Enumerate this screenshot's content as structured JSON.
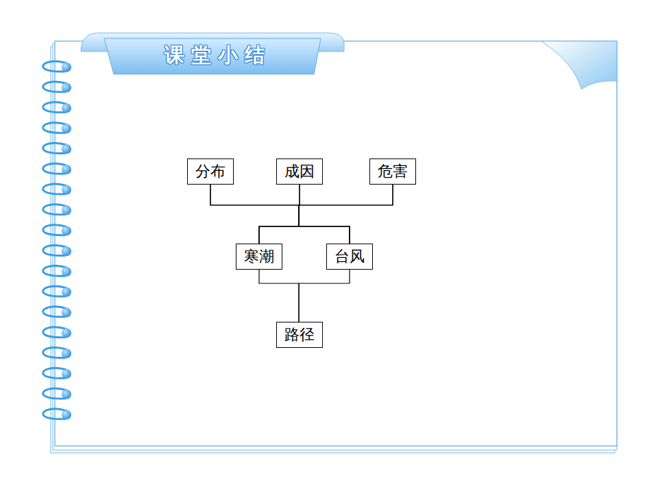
{
  "diagram": {
    "title": "课 堂 小 结",
    "nodes": [
      {
        "text": [
          "分布"
        ]
      },
      {
        "text": [
          "成因"
        ]
      },
      {
        "text": [
          "危害"
        ]
      },
      {
        "text": [
          "寒潮"
        ]
      },
      {
        "text": [
          "台风"
        ]
      },
      {
        "text": [
          "路径"
        ]
      }
    ],
    "edges": [
      {
        "from": 3,
        "to": 0,
        "arrow": "none"
      },
      {
        "from": 3,
        "to": 1,
        "arrow": "none"
      },
      {
        "from": 3,
        "to": 2,
        "arrow": "none"
      },
      {
        "from": 4,
        "to": 0,
        "arrow": "none"
      },
      {
        "from": 4,
        "to": 1,
        "arrow": "none"
      },
      {
        "from": 4,
        "to": 2,
        "arrow": "none"
      },
      {
        "from": 3,
        "to": 5,
        "arrow": "none"
      },
      {
        "from": 4,
        "to": 5,
        "arrow": "none"
      }
    ]
  }
}
